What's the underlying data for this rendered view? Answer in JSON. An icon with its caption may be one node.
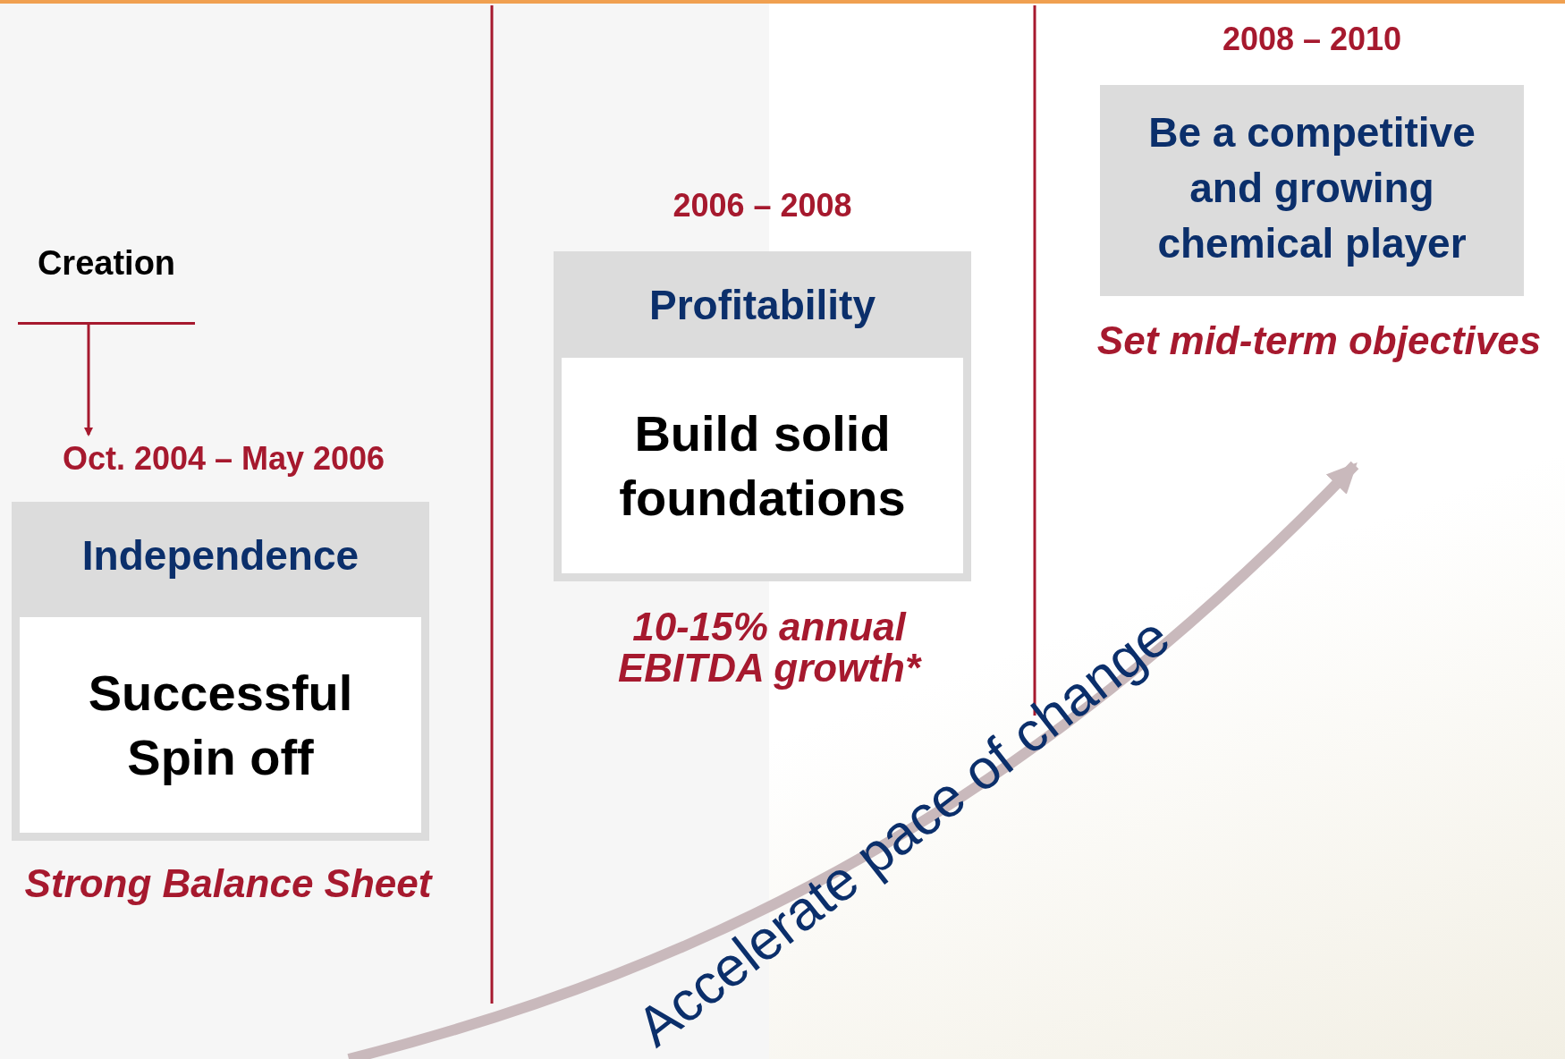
{
  "diagram": {
    "nodes": [
      {
        "text": [
          "Creation"
        ]
      },
      {
        "text": [
          "Oct. 2004 – May 2006"
        ]
      },
      {
        "text": [
          "Independence"
        ],
        "beside": [
          "Strong Balance Sheet"
        ]
      },
      {
        "text": [
          "Successful Spin off"
        ],
        "in": 2
      },
      {
        "text": [
          "2006 – 2008",
          "Profitability"
        ],
        "beside": [
          "10-15% annual EBITDA growth*"
        ]
      },
      {
        "text": [
          "Build solid foundations"
        ],
        "in": 4
      },
      {
        "text": [
          "2008 – 2010",
          "Be a competitive and growing chemical player"
        ],
        "beside": [
          "Set mid-term objectives"
        ]
      }
    ],
    "edges": [
      {
        "from": 0,
        "to": 1,
        "arrow": "to"
      }
    ],
    "labels": [
      "Accelerate pace of change"
    ]
  }
}
